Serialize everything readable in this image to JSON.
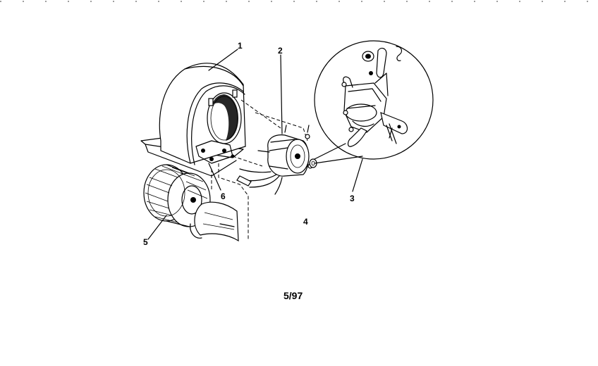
{
  "diagram": {
    "callouts": [
      {
        "id": "1",
        "text": "1"
      },
      {
        "id": "2",
        "text": "2"
      },
      {
        "id": "3",
        "text": "3"
      },
      {
        "id": "4",
        "text": "4"
      },
      {
        "id": "5",
        "text": "5"
      },
      {
        "id": "6",
        "text": "6"
      }
    ],
    "footer_code": "5/97"
  }
}
